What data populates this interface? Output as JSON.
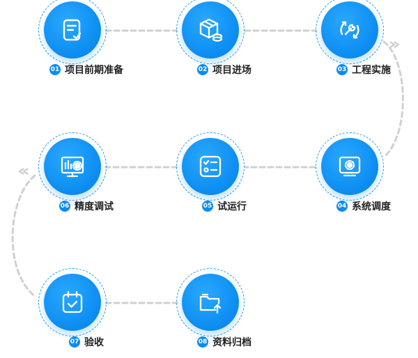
{
  "steps": [
    {
      "num": "01",
      "label": "项目前期准备",
      "icon": "document-check-icon"
    },
    {
      "num": "02",
      "label": "项目进场",
      "icon": "package-box-icon"
    },
    {
      "num": "03",
      "label": "工程实施",
      "icon": "wrench-cycle-icon"
    },
    {
      "num": "04",
      "label": "系统调度",
      "icon": "monitor-gear-icon"
    },
    {
      "num": "05",
      "label": "试运行",
      "icon": "checklist-icon"
    },
    {
      "num": "06",
      "label": "精度调试",
      "icon": "monitor-chart-gear-icon"
    },
    {
      "num": "07",
      "label": "验收",
      "icon": "calendar-check-icon"
    },
    {
      "num": "08",
      "label": "资料归档",
      "icon": "folder-upload-icon"
    }
  ],
  "colors": {
    "accent": "#0b8cf0",
    "connector": "#d0d0d0",
    "text": "#222222"
  }
}
